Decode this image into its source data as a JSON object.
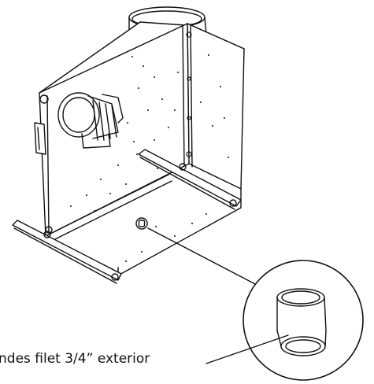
{
  "diagram": {
    "callout_label": "ndes filet 3/4” exterior",
    "components": [
      "cabinet-housing",
      "motor",
      "outlet-flange",
      "support-rails",
      "handle",
      "drain-fitting",
      "detail-magnifier"
    ]
  },
  "colors": {
    "line": "#111111",
    "background": "#ffffff"
  }
}
